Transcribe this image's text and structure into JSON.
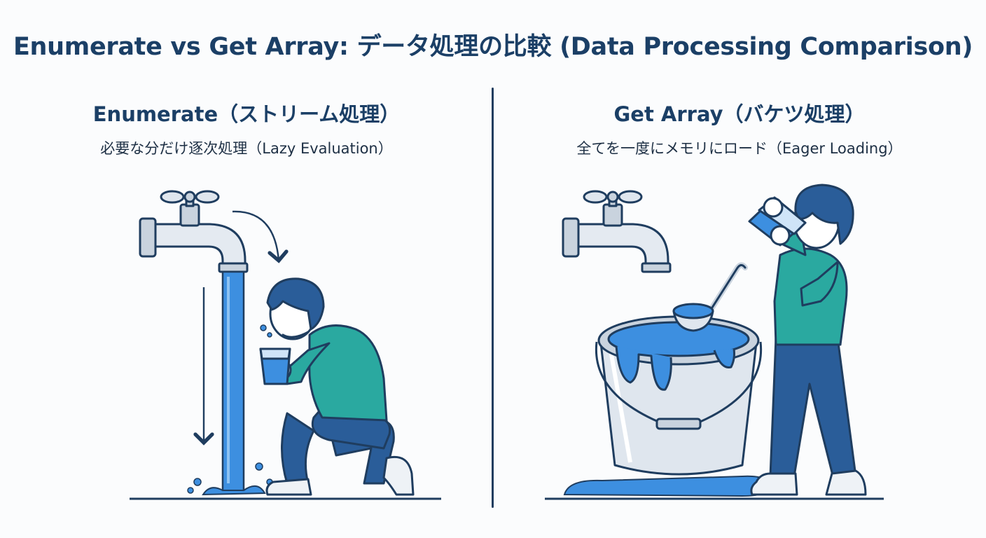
{
  "title": "Enumerate vs Get Array: データ処理の比較 (Data Processing Comparison)",
  "left_panel": {
    "title": "Enumerate（ストリーム処理）",
    "subtitle": "必要な分だけ逐次処理（Lazy Evaluation）"
  },
  "right_panel": {
    "title": "Get Array（バケツ処理）",
    "subtitle": "全てを一度にメモリにロード（Eager Loading）"
  },
  "colors": {
    "navy": "#1f3d5f",
    "water": "#3d8fe0",
    "shirt": "#2aa9a0",
    "pants": "#2a5d99",
    "metal": "#dfe6ee"
  },
  "icons": [
    "faucet-icon",
    "water-stream-icon",
    "down-arrow-icon",
    "curved-arrow-icon",
    "bucket-icon",
    "ladle-icon",
    "person-drinking-icon"
  ]
}
